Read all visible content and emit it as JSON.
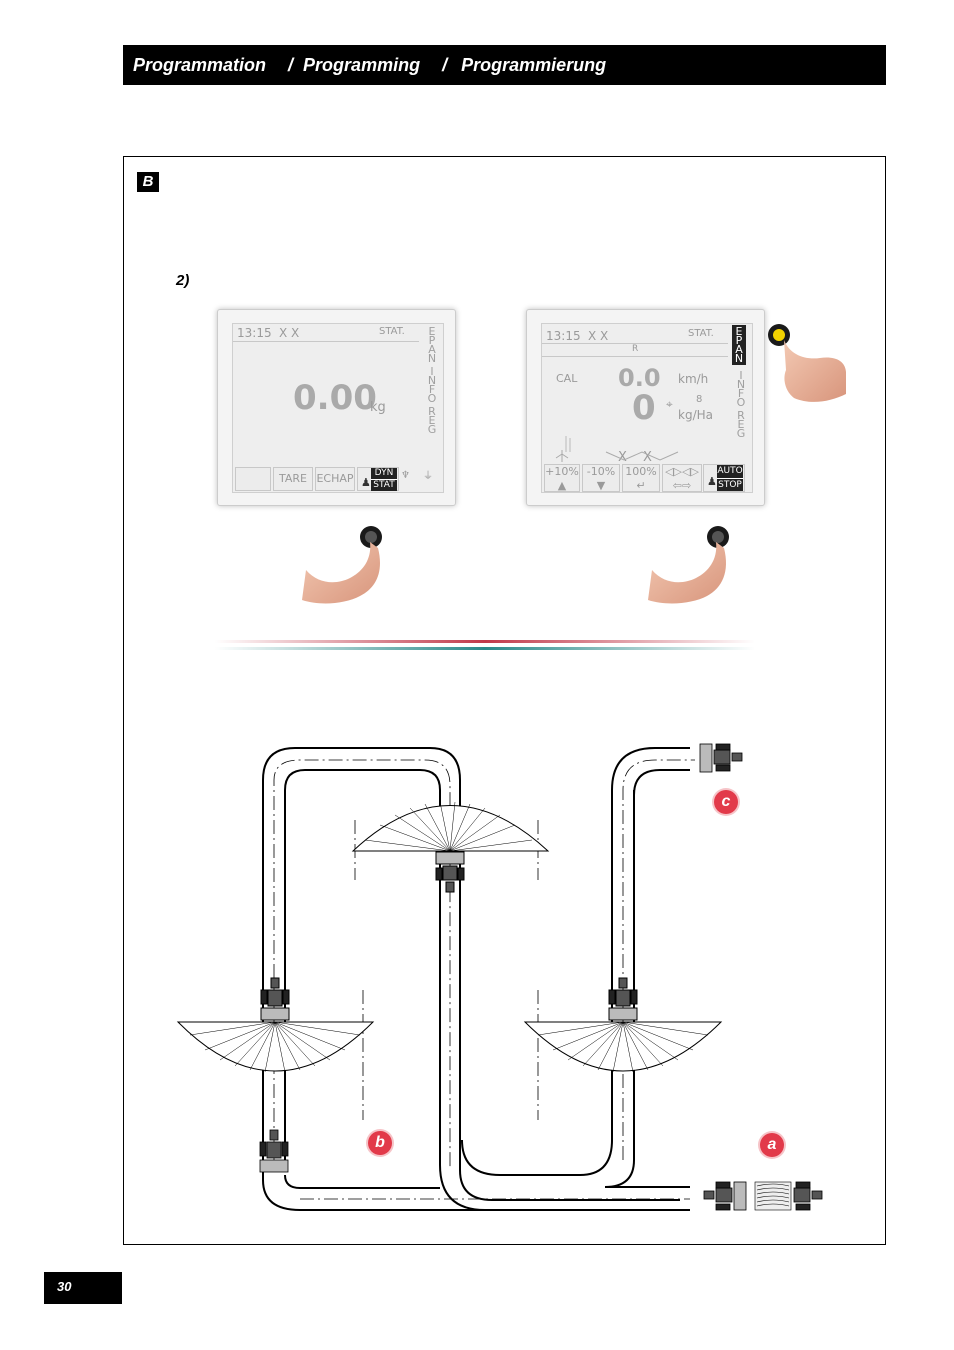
{
  "header": {
    "part1": "Programmation",
    "sep": "/",
    "part2": "Programming",
    "part3": "Programmierung"
  },
  "section_badge": "B",
  "step_label": "2)",
  "screen_left": {
    "time": "13:15",
    "marks": "X X",
    "status": "STAT.",
    "weight_value": "0.00",
    "weight_unit": "kg",
    "side_menu": [
      "E",
      "P",
      "A",
      "N",
      "I",
      "N",
      "F",
      "O",
      "R",
      "E",
      "G"
    ],
    "softkeys": [
      "",
      "TARE",
      "ECHAP"
    ],
    "toggle_top": "DYN",
    "toggle_bottom": "STAT"
  },
  "screen_right": {
    "time": "13:15",
    "marks": "X X",
    "status": "STAT.",
    "row2": "R",
    "cal": "CAL",
    "speed_value": "0.0",
    "speed_unit": "km/h",
    "rate_value": "0",
    "small_value": "8",
    "rate_unit": "kg/Ha",
    "x_marks": "X X",
    "side_menu_sel": [
      "E",
      "P",
      "A",
      "N"
    ],
    "side_menu": [
      "I",
      "N",
      "F",
      "O",
      "R",
      "E",
      "G"
    ],
    "softkeys": [
      "+10%",
      "-10%",
      "100%"
    ],
    "toggle_top": "AUTO",
    "toggle_bottom": "STOP"
  },
  "markers": {
    "a": "a",
    "b": "b",
    "c": "c"
  },
  "page_number": "30",
  "colors": {
    "marker_red": "#e23a4a",
    "divider_red": "#c0394a",
    "divider_teal": "#2a8a8a"
  }
}
